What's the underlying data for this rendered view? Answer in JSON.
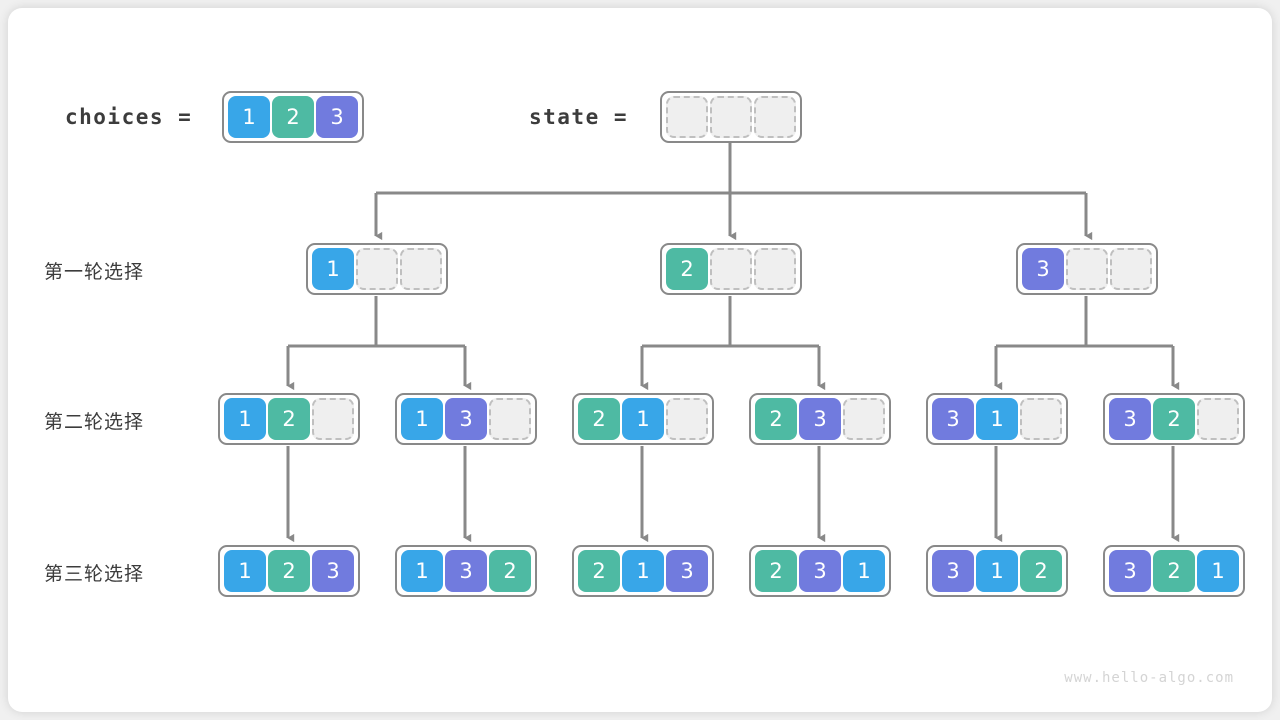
{
  "diagram": {
    "watermark": "www.hello-algo.com",
    "colors": {
      "value_1": "#38a6e8",
      "value_2": "#4ebaa3",
      "value_3": "#717bde",
      "empty_cell": "#efefef",
      "border": "#898989",
      "edge": "#898989",
      "text": "#3c3c3c",
      "card": "#ffffff",
      "background": "#f0f0f0"
    },
    "header": {
      "choices_label": "choices  =",
      "choices_values": [
        "1",
        "2",
        "3"
      ],
      "state_label": "state  =",
      "state_values": [
        "",
        "",
        ""
      ]
    },
    "rows": [
      {
        "label": "第一轮选择",
        "nodes": [
          {
            "cells": [
              "1",
              "",
              ""
            ]
          },
          {
            "cells": [
              "2",
              "",
              ""
            ]
          },
          {
            "cells": [
              "3",
              "",
              ""
            ]
          }
        ]
      },
      {
        "label": "第二轮选择",
        "nodes": [
          {
            "cells": [
              "1",
              "2",
              ""
            ]
          },
          {
            "cells": [
              "1",
              "3",
              ""
            ]
          },
          {
            "cells": [
              "2",
              "1",
              ""
            ]
          },
          {
            "cells": [
              "2",
              "3",
              ""
            ]
          },
          {
            "cells": [
              "3",
              "1",
              ""
            ]
          },
          {
            "cells": [
              "3",
              "2",
              ""
            ]
          }
        ]
      },
      {
        "label": "第三轮选择",
        "nodes": [
          {
            "cells": [
              "1",
              "2",
              "3"
            ]
          },
          {
            "cells": [
              "1",
              "3",
              "2"
            ]
          },
          {
            "cells": [
              "2",
              "1",
              "3"
            ]
          },
          {
            "cells": [
              "2",
              "3",
              "1"
            ]
          },
          {
            "cells": [
              "3",
              "1",
              "2"
            ]
          },
          {
            "cells": [
              "3",
              "2",
              "1"
            ]
          }
        ]
      }
    ]
  }
}
